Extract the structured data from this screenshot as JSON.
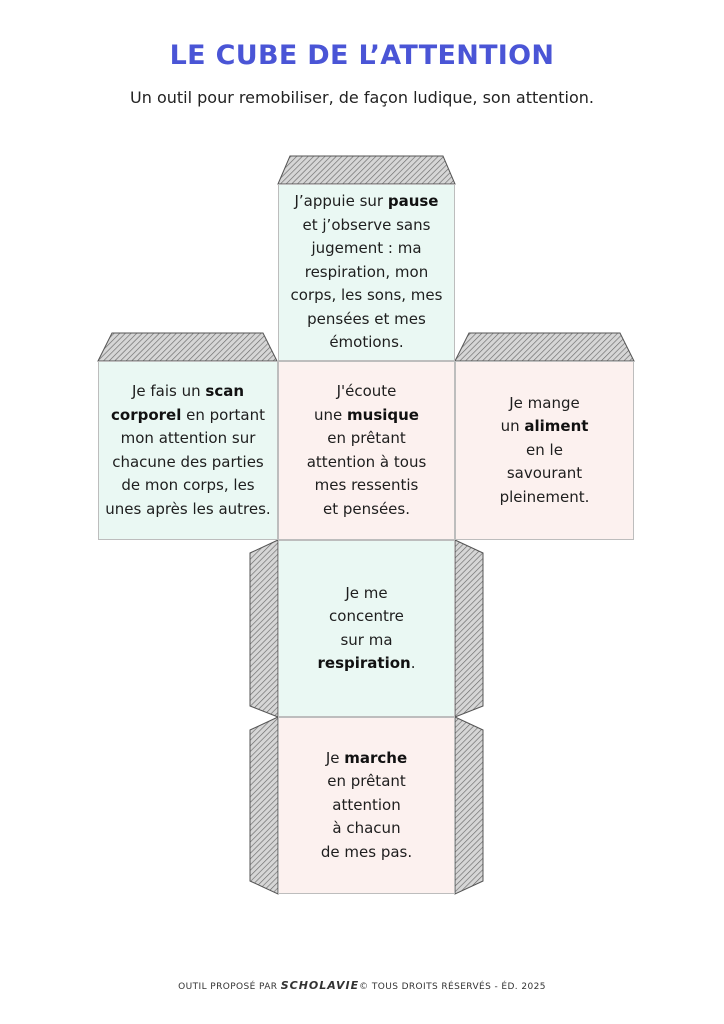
{
  "header": {
    "title": "LE CUBE DE L’ATTENTION",
    "subtitle": "Un outil pour remobiliser, de façon ludique, son attention."
  },
  "colors": {
    "title": "#4a55d6",
    "face_green": "#eaf8f3",
    "face_pink": "#fcf1ef",
    "tab_fill": "#d4d4d4",
    "tab_stroke": "#555555"
  },
  "faces": {
    "top": {
      "lines": [
        {
          "before": "J’appuie sur ",
          "bold": "pause",
          "after": ""
        },
        {
          "before": "et j’observe sans",
          "bold": "",
          "after": ""
        },
        {
          "before": "jugement : ma",
          "bold": "",
          "after": ""
        },
        {
          "before": "respiration, mon",
          "bold": "",
          "after": ""
        },
        {
          "before": "corps, les sons, mes",
          "bold": "",
          "after": ""
        },
        {
          "before": "pensées et mes",
          "bold": "",
          "after": ""
        },
        {
          "before": "émotions.",
          "bold": "",
          "after": ""
        }
      ]
    },
    "left": {
      "lines": [
        {
          "before": "Je fais un ",
          "bold": "scan",
          "after": ""
        },
        {
          "before": "",
          "bold": "corporel",
          "after": " en portant"
        },
        {
          "before": "mon attention sur",
          "bold": "",
          "after": ""
        },
        {
          "before": "chacune des parties",
          "bold": "",
          "after": ""
        },
        {
          "before": "de mon corps, les",
          "bold": "",
          "after": ""
        },
        {
          "before": "unes après les autres.",
          "bold": "",
          "after": ""
        }
      ]
    },
    "center": {
      "lines": [
        {
          "before": "J'écoute",
          "bold": "",
          "after": ""
        },
        {
          "before": "une ",
          "bold": "musique",
          "after": ""
        },
        {
          "before": "en prêtant",
          "bold": "",
          "after": ""
        },
        {
          "before": "attention à tous",
          "bold": "",
          "after": ""
        },
        {
          "before": "mes ressentis",
          "bold": "",
          "after": ""
        },
        {
          "before": "et pensées.",
          "bold": "",
          "after": ""
        }
      ]
    },
    "right": {
      "lines": [
        {
          "before": "Je mange",
          "bold": "",
          "after": ""
        },
        {
          "before": "un ",
          "bold": "aliment",
          "after": ""
        },
        {
          "before": "en le",
          "bold": "",
          "after": ""
        },
        {
          "before": "savourant",
          "bold": "",
          "after": ""
        },
        {
          "before": "pleinement.",
          "bold": "",
          "after": ""
        }
      ]
    },
    "lower": {
      "lines": [
        {
          "before": "Je me",
          "bold": "",
          "after": ""
        },
        {
          "before": "concentre",
          "bold": "",
          "after": ""
        },
        {
          "before": "sur ma",
          "bold": "",
          "after": ""
        },
        {
          "before": "",
          "bold": "respiration",
          "after": "."
        }
      ]
    },
    "bottom": {
      "lines": [
        {
          "before": "Je ",
          "bold": "marche",
          "after": ""
        },
        {
          "before": "en prêtant",
          "bold": "",
          "after": ""
        },
        {
          "before": "attention",
          "bold": "",
          "after": ""
        },
        {
          "before": "à chacun",
          "bold": "",
          "after": ""
        },
        {
          "before": "de mes pas.",
          "bold": "",
          "after": ""
        }
      ]
    }
  },
  "footer": {
    "prefix": "OUTIL PROPOSÉ PAR",
    "brand": "SCHOLAVIE",
    "copyright": "©",
    "suffix": "TOUS DROITS RÉSERVÉS - ÉD. 2025"
  }
}
